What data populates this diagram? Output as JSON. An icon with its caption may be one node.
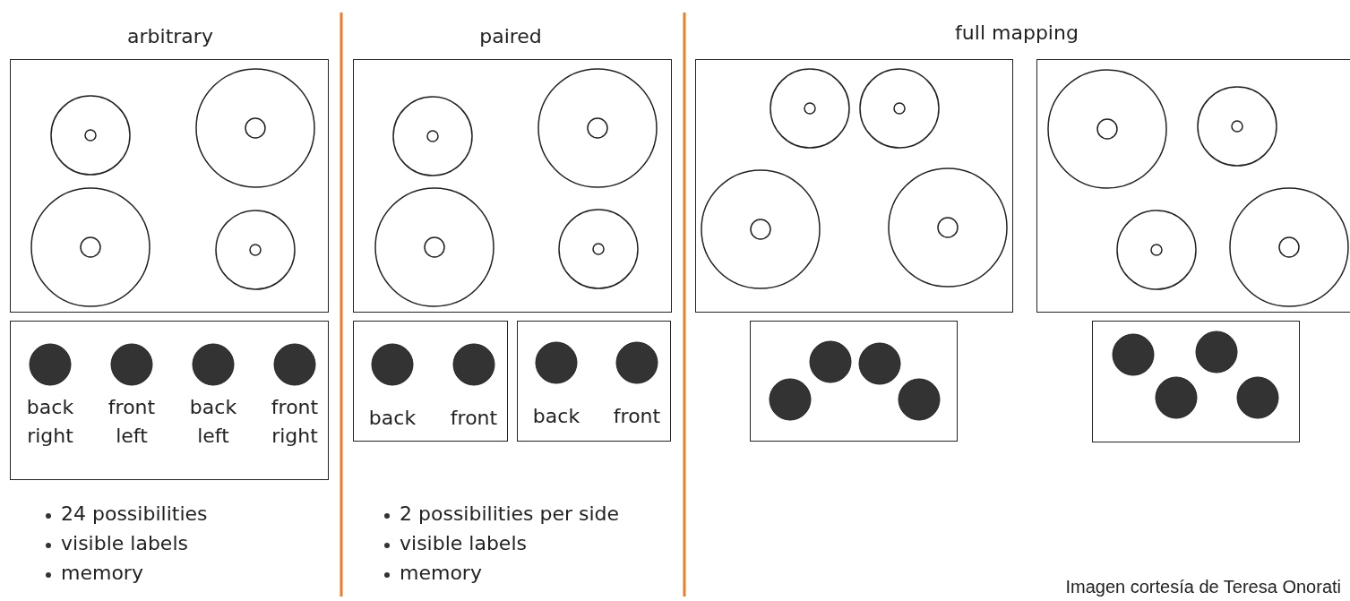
{
  "diagram": {
    "nodes": [
      {
        "text": [],
        "shape": "box"
      },
      {
        "text": [
          "back right",
          "front left",
          "back left",
          "front right"
        ]
      },
      {
        "text": [],
        "shape": "box"
      },
      {
        "text": [
          "back",
          "front"
        ]
      },
      {
        "text": [
          "back",
          "front"
        ]
      },
      {
        "text": [],
        "shape": "box"
      },
      {
        "text": [],
        "shape": "box"
      },
      {
        "text": [],
        "shape": "box"
      },
      {
        "text": [],
        "shape": "box"
      }
    ],
    "edges": [],
    "labels": [
      "arbitrary",
      "paired",
      "full mapping",
      "24 possibilities",
      "visible labels",
      "memory",
      "2 possibilities per side",
      "visible labels",
      "memory",
      "Imagen cortesía de Teresa Onorati"
    ]
  }
}
